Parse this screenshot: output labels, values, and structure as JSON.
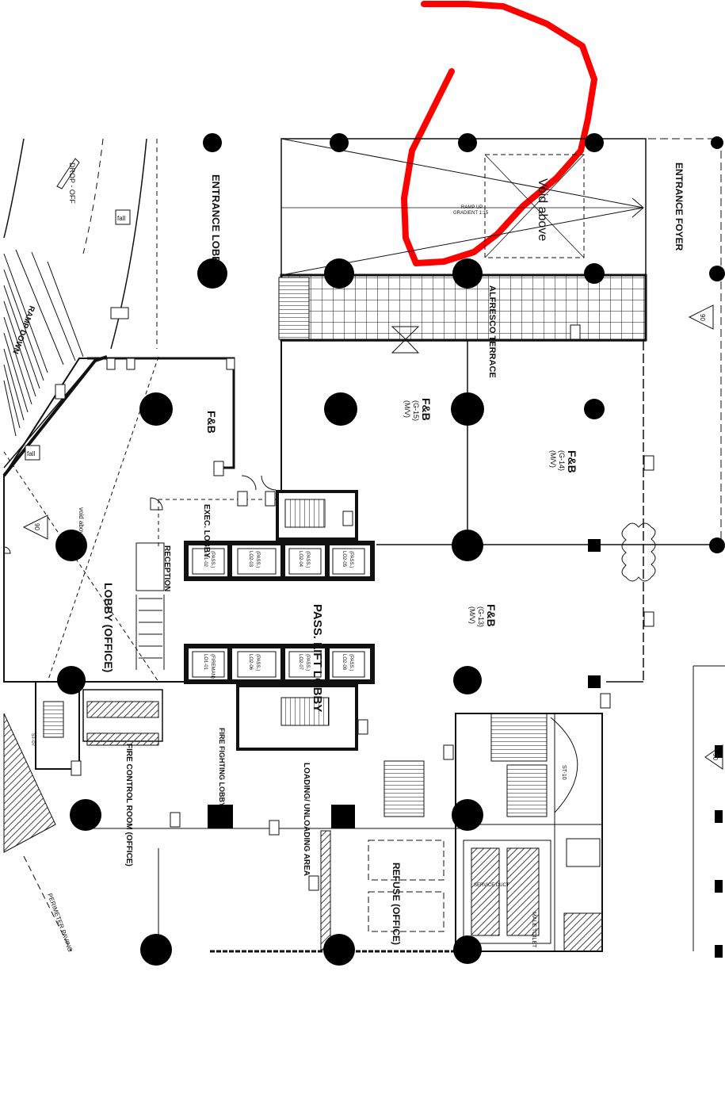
{
  "labels": {
    "entrance_lobby": "ENTRANCE LOBBY",
    "entrance_foyer": "ENTRANCE FOYER",
    "ramp_up": "RAMP UP",
    "gradient": "GRADIENT 1:15",
    "void_above": "Void above",
    "void_above_small": "void above",
    "alfresco_terrace": "ALFRESCO TERRACE",
    "fb_1": "F&B",
    "fb_g15": "F&B",
    "fb_g15_code": "(G-15)",
    "fb_g15_use": "(M/V)",
    "fb_g14": "F&B",
    "fb_g14_code": "(G-14)",
    "fb_g14_use": "(M/V)",
    "fb_g13": "F&B",
    "fb_g13_code": "(G-13)",
    "fb_g13_use": "(M/V)",
    "exec_lobby": "EXEC. LOBBY",
    "reception": "RECEPTION",
    "pass_lift_lobby": "PASS. LIFT LOBBY",
    "lobby_office": "LOBBY (OFFICE)",
    "fire_control_room": "FIRE CONTROL ROOM (OFFICE)",
    "fire_fighting_lobby": "FIRE FIGHTING LOBBY",
    "loading_unloading": "LOADING/ UNLOADING AREA",
    "refuse_office": "REFUSE (OFFICE)",
    "drop_off": "DROP - OFF",
    "ramp_down": "RAMP DOWN",
    "perimeter_paving": "PERIMETER PAVING",
    "service_duct": "SERVICE DUCT",
    "male_toilet": "MALE TOILET",
    "st10": "ST-10",
    "st07": "ST-07",
    "grid_90_a": "90",
    "grid_90_b": "90",
    "grid_90_c": "90",
    "fall": "fall"
  },
  "lifts": [
    {
      "id": "LO2-05",
      "type": "(PASS.)"
    },
    {
      "id": "LO2-04",
      "type": "(PASS.)"
    },
    {
      "id": "LO2-03",
      "type": "(PASS.)"
    },
    {
      "id": "LO1-02",
      "type": "(PASS.)"
    },
    {
      "id": "LO2-08",
      "type": "(PASS.)"
    },
    {
      "id": "LO2-07",
      "type": "(PASS.)"
    },
    {
      "id": "LO2-06",
      "type": "(PASS.)"
    },
    {
      "id": "LO1-01",
      "type": "(FIREMAN)"
    }
  ],
  "colors": {
    "line": "#111111",
    "fill_dark": "#000000",
    "annotation": "#ff0000",
    "hatch": "#444444"
  }
}
